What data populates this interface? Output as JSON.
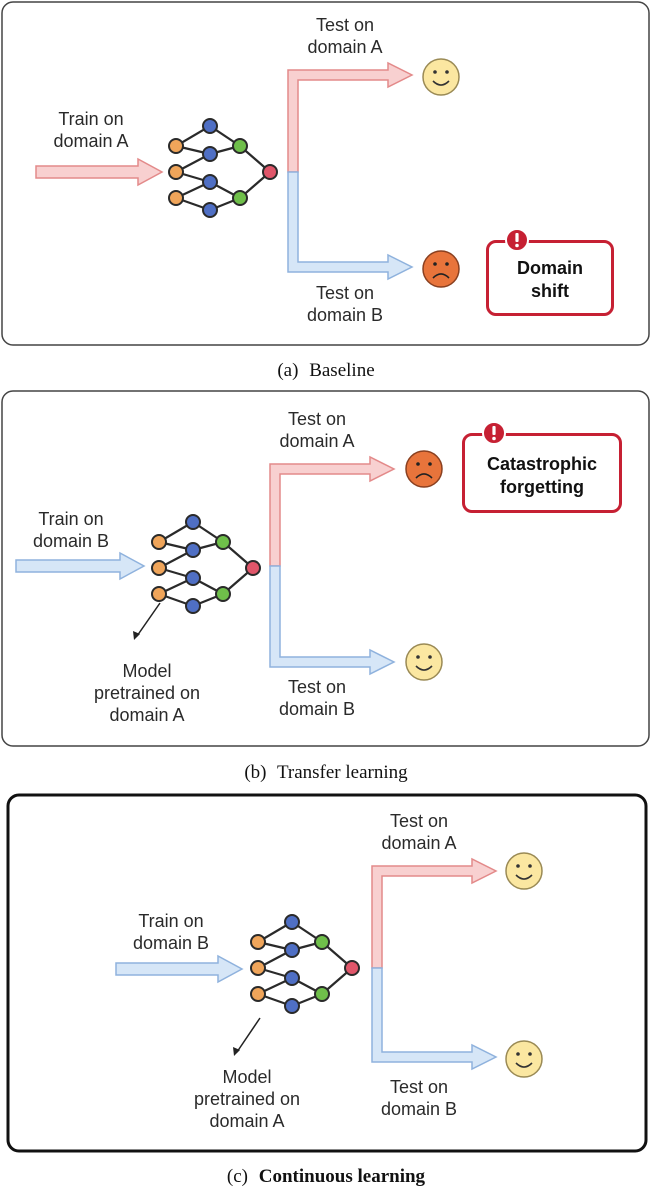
{
  "panels": [
    {
      "id": "a",
      "train_label_1": "Train on",
      "train_label_2": "domain A",
      "test_a_1": "Test on",
      "test_a_2": "domain A",
      "test_b_1": "Test on",
      "test_b_2": "domain B",
      "alert_1": "Domain",
      "alert_2": "shift",
      "caption_tag": "(a)",
      "caption_name": "Baseline",
      "outcome_a": "happy",
      "outcome_b": "sad"
    },
    {
      "id": "b",
      "train_label_1": "Train on",
      "train_label_2": "domain B",
      "pretrained_1": "Model",
      "pretrained_2": "pretrained on",
      "pretrained_3": "domain A",
      "test_a_1": "Test on",
      "test_a_2": "domain A",
      "test_b_1": "Test on",
      "test_b_2": "domain B",
      "alert_1": "Catastrophic",
      "alert_2": "forgetting",
      "caption_tag": "(b)",
      "caption_name": "Transfer learning",
      "outcome_a": "sad",
      "outcome_b": "happy"
    },
    {
      "id": "c",
      "train_label_1": "Train on",
      "train_label_2": "domain B",
      "pretrained_1": "Model",
      "pretrained_2": "pretrained on",
      "pretrained_3": "domain A",
      "test_a_1": "Test on",
      "test_a_2": "domain A",
      "test_b_1": "Test on",
      "test_b_2": "domain B",
      "caption_tag": "(c)",
      "caption_name": "Continuous learning",
      "outcome_a": "happy",
      "outcome_b": "happy"
    }
  ],
  "colors": {
    "domain_a_arrow_fill": "#f8d0d0",
    "domain_a_arrow_stroke": "#e38a8a",
    "domain_b_arrow_fill": "#d6e6f7",
    "domain_b_arrow_stroke": "#8fb2dd",
    "node_orange": "#f0a55a",
    "node_blue": "#4f6fc4",
    "node_green": "#6fbf4a",
    "node_red": "#e0566a",
    "happy_face": "#fbe7a1",
    "sad_face": "#e8743b",
    "alert_red": "#c62033"
  }
}
